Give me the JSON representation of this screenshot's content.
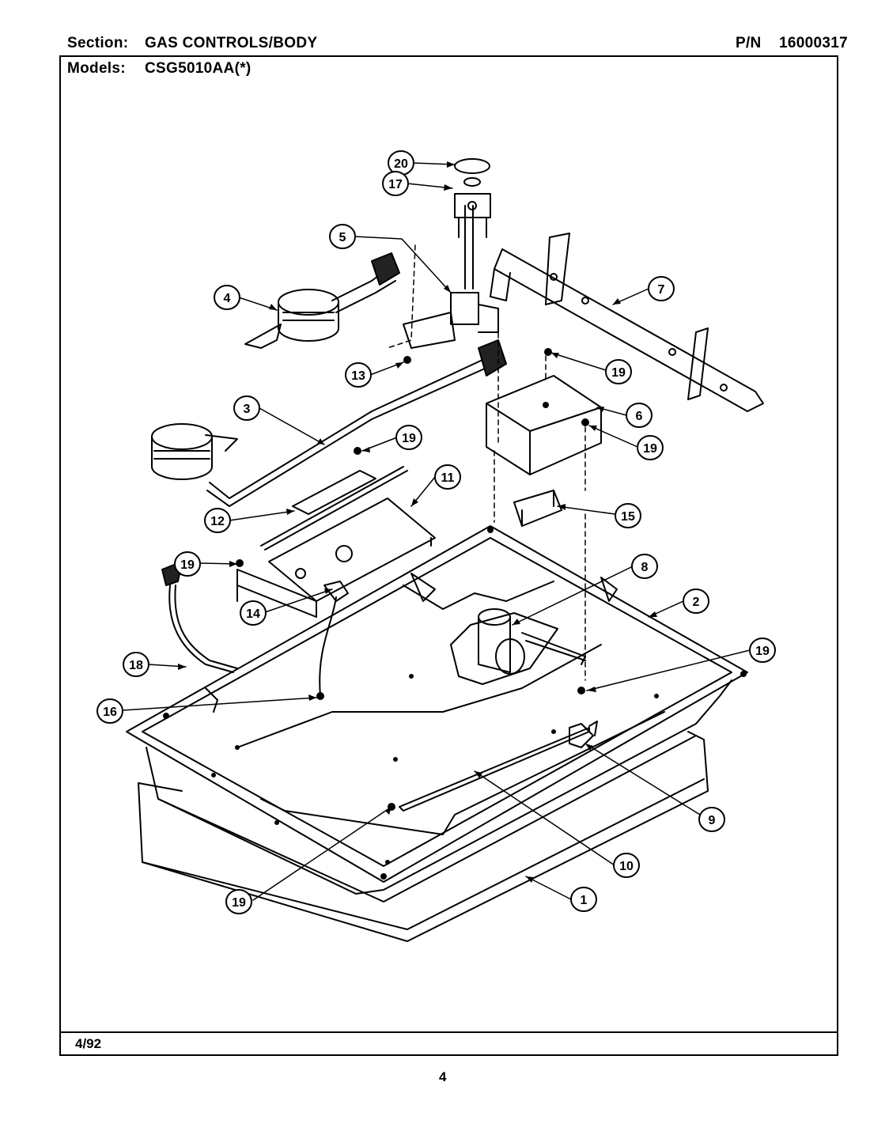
{
  "header": {
    "section_label": "Section:",
    "section_value": "GAS CONTROLS/BODY",
    "pn_label": "P/N",
    "pn_value": "16000317",
    "models_label": "Models:",
    "models_value": "CSG5010AA(*)"
  },
  "footer": {
    "date": "4/92",
    "page": "4"
  },
  "callouts": [
    {
      "id": "20",
      "label": "20"
    },
    {
      "id": "17",
      "label": "17"
    },
    {
      "id": "5",
      "label": "5"
    },
    {
      "id": "4",
      "label": "4"
    },
    {
      "id": "7",
      "label": "7"
    },
    {
      "id": "13",
      "label": "13"
    },
    {
      "id": "19a",
      "label": "19"
    },
    {
      "id": "3",
      "label": "3"
    },
    {
      "id": "6",
      "label": "6"
    },
    {
      "id": "19b",
      "label": "19"
    },
    {
      "id": "19c",
      "label": "19"
    },
    {
      "id": "11",
      "label": "11"
    },
    {
      "id": "12",
      "label": "12"
    },
    {
      "id": "15",
      "label": "15"
    },
    {
      "id": "19d",
      "label": "19"
    },
    {
      "id": "8",
      "label": "8"
    },
    {
      "id": "2",
      "label": "2"
    },
    {
      "id": "14",
      "label": "14"
    },
    {
      "id": "18",
      "label": "18"
    },
    {
      "id": "19e",
      "label": "19"
    },
    {
      "id": "16",
      "label": "16"
    },
    {
      "id": "9",
      "label": "9"
    },
    {
      "id": "10",
      "label": "10"
    },
    {
      "id": "1",
      "label": "1"
    },
    {
      "id": "19f",
      "label": "19"
    }
  ]
}
